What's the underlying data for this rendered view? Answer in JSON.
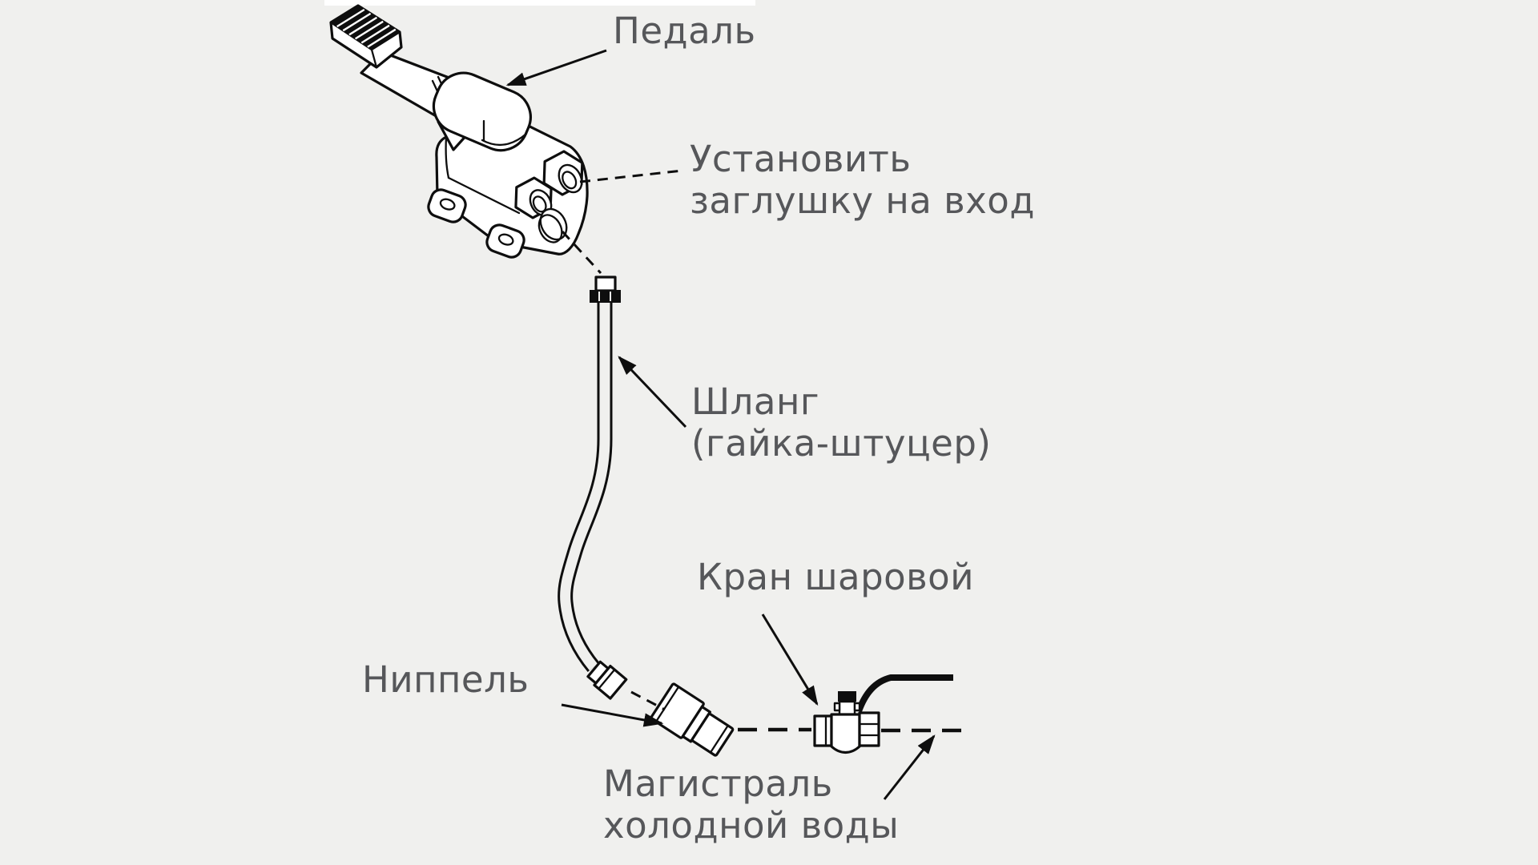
{
  "colors": {
    "bg": "#f0f0ee",
    "line": "#0e0e0e",
    "text": "#56575a"
  },
  "diagram": {
    "type": "installation-diagram",
    "labels": {
      "pedal": "Педаль",
      "inlet_plug": "Установить\nзаглушку на вход",
      "hose": "Шланг\n(гайка-штуцер)",
      "ball_valve": "Кран шаровой",
      "nipple": "Ниппель",
      "cold_water_main": "Магистраль\nхолодной воды"
    },
    "parts": [
      "pedal-unit",
      "hose-nut-fitting",
      "nipple",
      "ball-valve",
      "cold-water-dashed-line"
    ]
  }
}
